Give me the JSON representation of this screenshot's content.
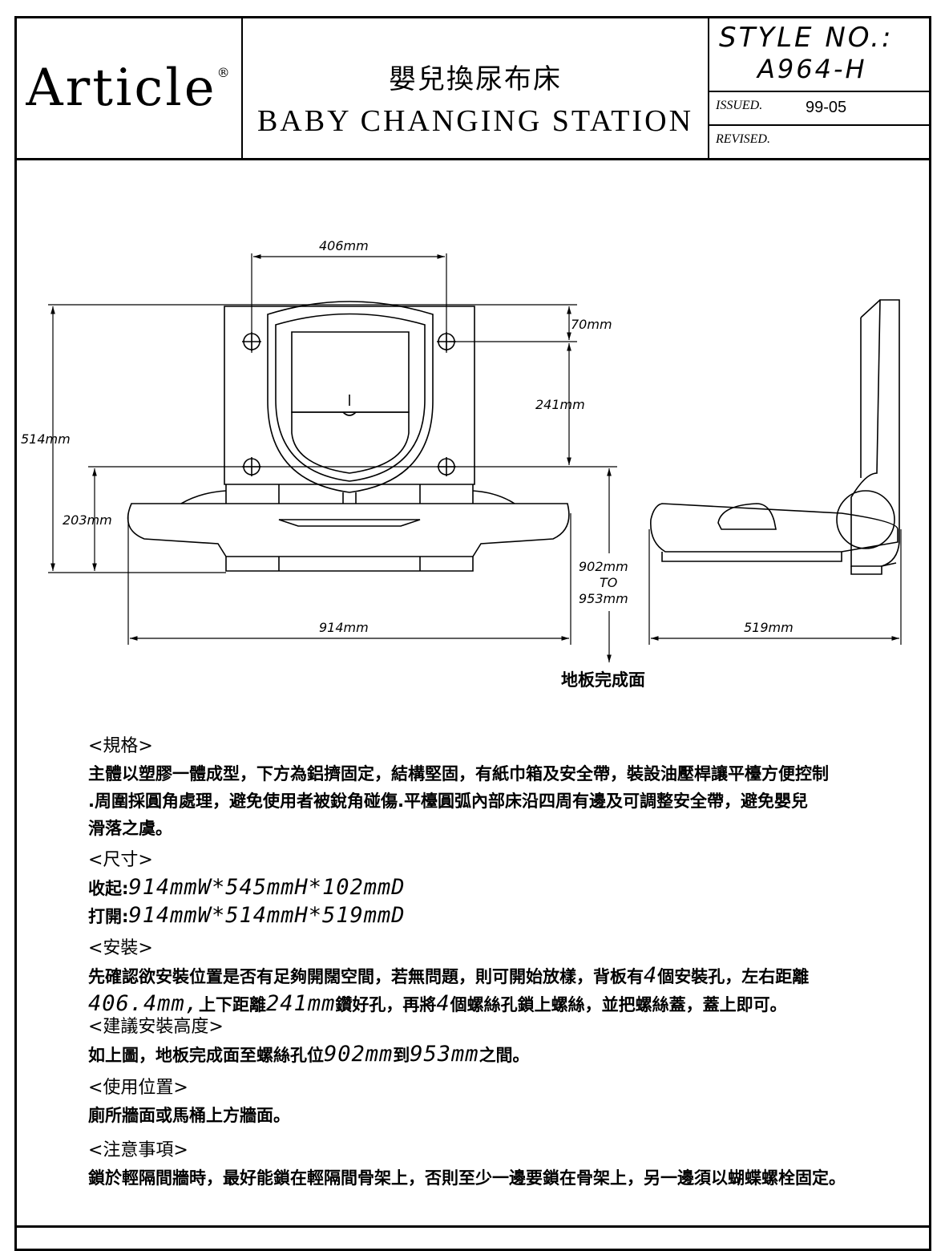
{
  "header": {
    "logo": "Article",
    "logo_mark": "®",
    "title_cn": "嬰兒換尿布床",
    "title_en": "BABY CHANGING STATION",
    "style_label": "STYLE NO.:",
    "style_value": "A964-H",
    "issued_label": "ISSUED.",
    "issued_value": "99-05",
    "revised_label": "REVISED.",
    "revised_value": ""
  },
  "dimensions": {
    "top_width": "406mm",
    "top_offset": "70mm",
    "hole_spacing": "241mm",
    "total_height": "514mm",
    "bottom_height": "203mm",
    "floor_height_a": "902mm",
    "floor_height_to": "TO",
    "floor_height_b": "953mm",
    "total_width": "914mm",
    "depth": "519mm",
    "floor_label": "地板完成面"
  },
  "sections": [
    {
      "heading": "<規格>",
      "lines": [
        "主體以塑膠一體成型，下方為鋁擠固定，結構堅固，有紙巾箱及安全帶，裝設油壓桿讓平檯方便控制",
        ".周圍採圓角處理，避免使用者被銳角碰傷.平檯圓弧內部床沿四周有邊及可調整安全帶，避免嬰兒",
        "滑落之虞。"
      ]
    },
    {
      "heading": "<尺寸>",
      "items": [
        {
          "label": "收起:",
          "value": "914mmW*545mmH*102mmD"
        },
        {
          "label": "打開:",
          "value": "914mmW*514mmH*519mmD"
        }
      ]
    },
    {
      "heading": "<安裝>",
      "line1_a": "先確認欲安裝位置是否有足夠開闊空間，若無問題，則可開始放樣，背板有",
      "line1_num": "4",
      "line1_b": "個安裝孔，左右距離",
      "line2_num1": "406.4mm,",
      "line2_a": "上下距離",
      "line2_num2": "241mm",
      "line2_b": "鑽好孔，再將",
      "line2_num3": "4",
      "line2_c": "個螺絲孔鎖上螺絲，並把螺絲蓋，蓋上即可。"
    },
    {
      "heading": "<建議安裝高度>",
      "line_a": "如上圖，地板完成面至螺絲孔位",
      "num1": "902mm",
      "line_b": "到",
      "num2": "953mm",
      "line_c": "之間。"
    },
    {
      "heading": "<使用位置>",
      "line": "廁所牆面或馬桶上方牆面。"
    },
    {
      "heading": "<注意事項>",
      "line": "鎖於輕隔間牆時，最好能鎖在輕隔間骨架上，否則至少一邊要鎖在骨架上，另一邊須以蝴蝶螺栓固定。"
    }
  ]
}
